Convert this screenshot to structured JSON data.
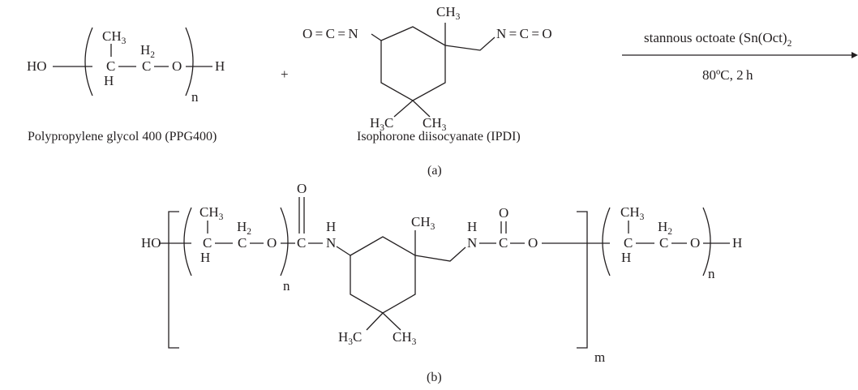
{
  "reactants": {
    "ppg": {
      "ho": "HO",
      "ch3": "CH",
      "ch3_sub": "3",
      "c1": "C",
      "h_low": "H",
      "h2": "H",
      "h2_sub": "2",
      "c2": "C",
      "o": "O",
      "n": "n",
      "h_end": "H",
      "caption": "Polypropylene glycol 400 (PPG400)"
    },
    "plus": "+",
    "ipdi": {
      "nco_left": "O = C = N",
      "nco_right": "N = C = O",
      "ch3": "CH",
      "ch3_sub": "3",
      "h3c": "H",
      "h3c_sub": "3",
      "h3c_c": "C",
      "ch3_b": "CH",
      "ch3_b_sub": "3",
      "caption": "Isophorone diisocyanate (IPDI)"
    }
  },
  "conditions": {
    "catalyst": "stannous octoate (Sn(Oct)",
    "catalyst_sub": "2",
    "temp_time": "80ºC, 2 h"
  },
  "label_a": "(a)",
  "product": {
    "ho": "HO",
    "ch3": "CH",
    "ch3_sub": "3",
    "c1": "C",
    "h_low": "H",
    "h2": "H",
    "h2_sub": "2",
    "c2": "C",
    "o1": "O",
    "n_left": "n",
    "carbonyl_o1": "O",
    "carbonyl_c1": "C",
    "nh_h1": "H",
    "nh_n1": "N",
    "ring_ch3": "CH",
    "ring_ch3_sub": "3",
    "h3c": "H",
    "h3c_sub": "3",
    "h3c_c": "C",
    "ring_ch3_b": "CH",
    "ring_ch3_b_sub": "3",
    "nh_h2": "H",
    "nh_n2": "N",
    "carbonyl_o2": "O",
    "carbonyl_c2": "C",
    "o2": "O",
    "r_ch3": "CH",
    "r_ch3_sub": "3",
    "r_c1": "C",
    "r_h_low": "H",
    "r_h2": "H",
    "r_h2_sub": "2",
    "r_c2": "C",
    "r_o": "O",
    "r_n": "n",
    "r_h_end": "H",
    "m": "m"
  },
  "label_b": "(b)"
}
